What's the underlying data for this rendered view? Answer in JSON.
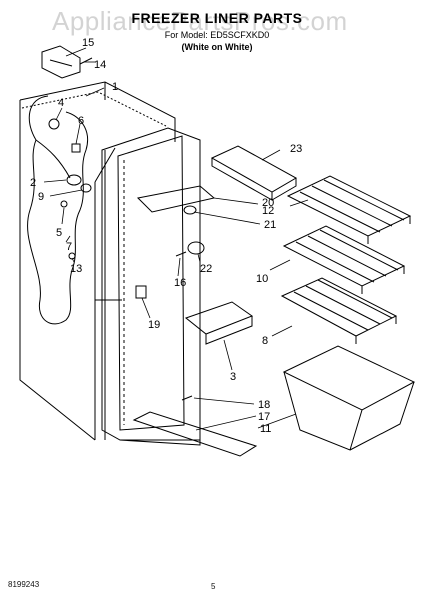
{
  "watermark": "AppliancePartsPros.com",
  "header": {
    "title": "FREEZER LINER PARTS",
    "model_line": "For Model: ED5SCFXKD0",
    "color_note": "(White on White)"
  },
  "footer": {
    "code": "8199243",
    "page": "5"
  },
  "callouts": [
    {
      "id": "15",
      "label": "15"
    },
    {
      "id": "14",
      "label": "14"
    },
    {
      "id": "1",
      "label": "1"
    },
    {
      "id": "4",
      "label": "4"
    },
    {
      "id": "6",
      "label": "6"
    },
    {
      "id": "2",
      "label": "2"
    },
    {
      "id": "9",
      "label": "9"
    },
    {
      "id": "5",
      "label": "5"
    },
    {
      "id": "7",
      "label": "7"
    },
    {
      "id": "13",
      "label": "13"
    },
    {
      "id": "23",
      "label": "23"
    },
    {
      "id": "20",
      "label": "20"
    },
    {
      "id": "12",
      "label": "12"
    },
    {
      "id": "21",
      "label": "21"
    },
    {
      "id": "22",
      "label": "22"
    },
    {
      "id": "16",
      "label": "16"
    },
    {
      "id": "10",
      "label": "10"
    },
    {
      "id": "19",
      "label": "19"
    },
    {
      "id": "8",
      "label": "8"
    },
    {
      "id": "3",
      "label": "3"
    },
    {
      "id": "18",
      "label": "18"
    },
    {
      "id": "17",
      "label": "17"
    },
    {
      "id": "11",
      "label": "11"
    }
  ]
}
